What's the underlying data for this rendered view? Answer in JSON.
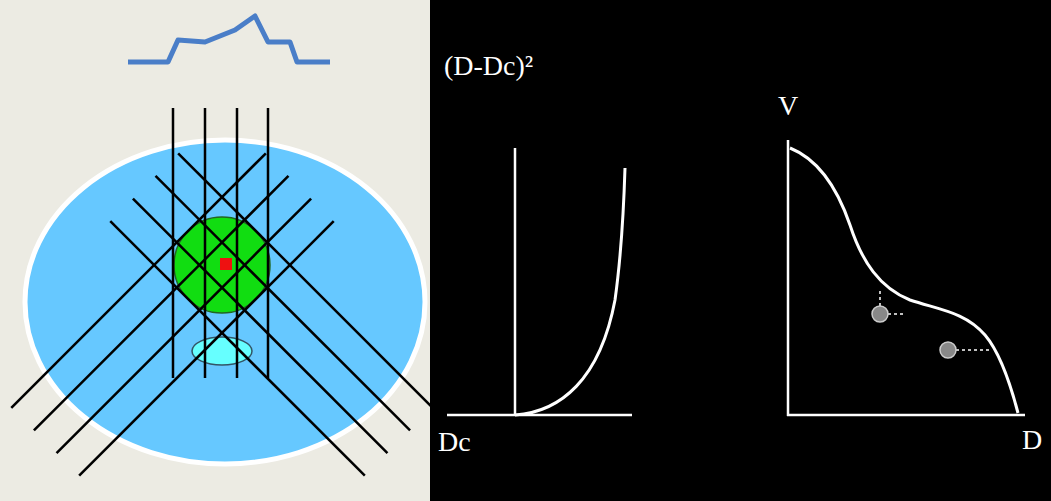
{
  "diagram": {
    "labels": [
      "(D-Dc)²",
      "Dc",
      "V",
      "D"
    ]
  }
}
